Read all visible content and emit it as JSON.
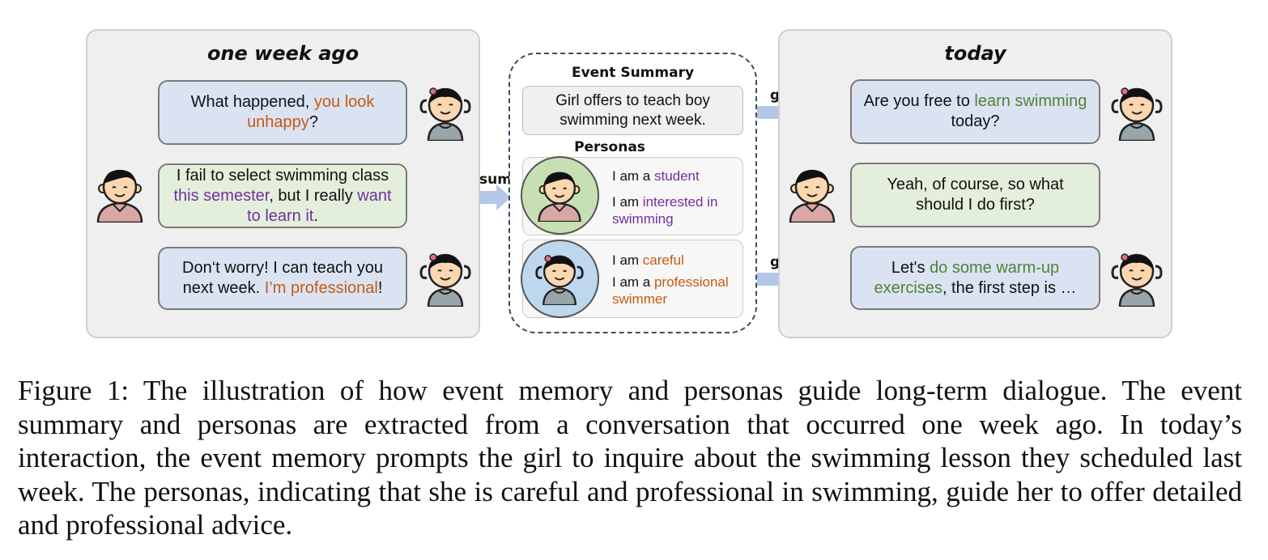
{
  "left_panel": {
    "title": "one week ago",
    "msg1": {
      "a": "What happened, ",
      "b": "you look unhappy",
      "c": "?"
    },
    "msg2": {
      "a": "I fail to select swimming class ",
      "b": "this semester",
      "c": ", but I really ",
      "d": "want to learn it",
      "e": "."
    },
    "msg3": {
      "a": "Don‘t worry! I can teach you next week. ",
      "b": "I’m professional",
      "c": "!"
    }
  },
  "middle": {
    "summarize_label": "summarize",
    "event_heading": "Event Summary",
    "event_text": "Girl offers to teach boy swimming next week.",
    "personas_heading": "Personas",
    "boy_personas": [
      {
        "a": "I am a ",
        "b": "student"
      },
      {
        "a": "I am ",
        "b": "interested in swimming"
      }
    ],
    "girl_personas": [
      {
        "a": "I am ",
        "b": "careful"
      },
      {
        "a": "I am a ",
        "b": "professional swimmer"
      }
    ]
  },
  "arrows": {
    "guide_top": "guide",
    "guide_bottom": "guide"
  },
  "right_panel": {
    "title": "today",
    "msg1": {
      "a": "Are you free to ",
      "b": "learn swimming",
      "c": " today?"
    },
    "msg2": {
      "a": "Yeah, of course, so what should I do first?"
    },
    "msg3": {
      "a": "Let's ",
      "b": "do some warm-up exercises",
      "c": ", the first step is …"
    }
  },
  "colors": {
    "orange": "#c55a11",
    "purple": "#7030a0",
    "green": "#538135",
    "bubble_blue": "#dbe3f3",
    "bubble_green": "#e3efdb",
    "arrow": "#b4c7e7"
  },
  "caption": "Figure 1: The illustration of how event memory and personas guide long-term dialogue. The event summary and personas are extracted from a conversation that occurred one week ago. In today’s interaction, the event memory prompts the girl to inquire about the swimming lesson they scheduled last week. The personas, indicating that she is careful and professional in swimming, guide her to offer detailed and professional advice."
}
